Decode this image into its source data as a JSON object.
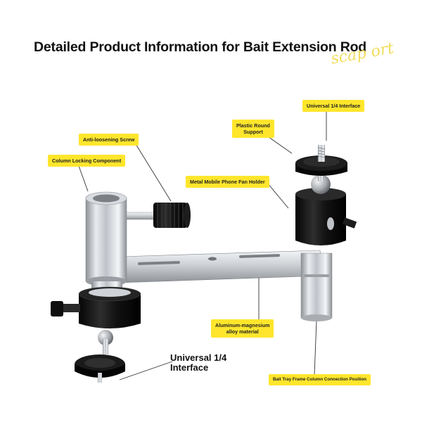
{
  "title": "Detailed Product Information for Bait Extension Rod",
  "script_text": "scap ort",
  "labels": {
    "universal_top": "Universal 1/4 Interface",
    "plastic_round_line1": "Plastic Round",
    "plastic_round_line2": "Support",
    "anti_loosening": "Anti-loosening Screw",
    "column_locking": "Column Locking Component",
    "metal_holder": "Metal Mobile Phone Fan Holder",
    "aluminum_line1": "Aluminum-magnesium",
    "aluminum_line2": "alloy material",
    "universal_bottom_line1": "Universal 1/4",
    "universal_bottom_line2": "Interface",
    "bait_tray": "Bait Tray Frame Column Connection Position"
  },
  "colors": {
    "callout_bg": "#ffe62c",
    "metal": "#c9ccd0",
    "black_part": "#151515"
  }
}
